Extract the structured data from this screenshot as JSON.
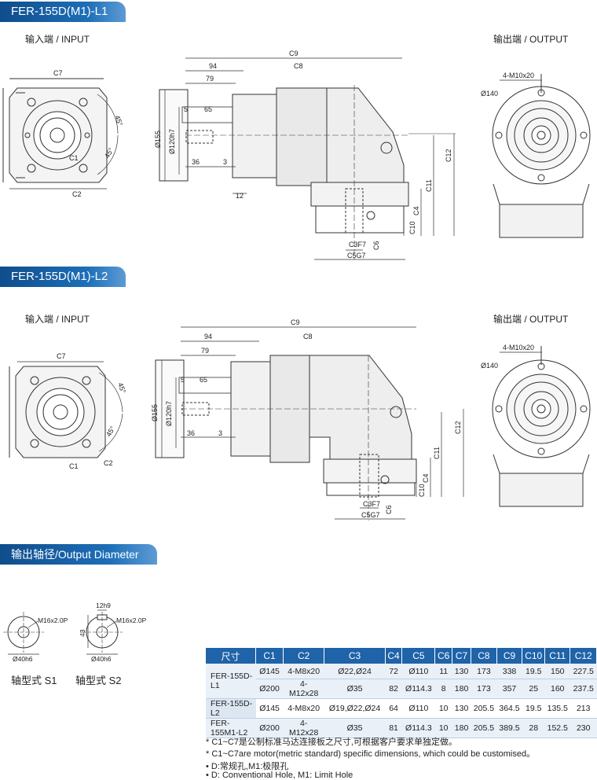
{
  "section1": {
    "title": "FER-155D(M1)-L1",
    "input_label": "输入端 / INPUT",
    "output_label": "输出端 / OUTPUT"
  },
  "section2": {
    "title": "FER-155D(M1)-L2",
    "input_label": "输入端 / INPUT",
    "output_label": "输出端 / OUTPUT"
  },
  "section3": {
    "title": "输出轴径/Output Diameter"
  },
  "dims": {
    "c7": "C7",
    "c2": "C2",
    "c1": "C1",
    "a45": "45°",
    "c9": "C9",
    "c8": "C8",
    "d94": "94",
    "d79": "79",
    "d65": "65",
    "d5": "5",
    "d155": "Ø155",
    "d120": "Ø120h7",
    "d36": "36",
    "d3": "3",
    "d12": "12",
    "c12": "C12",
    "c11": "C11",
    "c4": "C4",
    "c10": "C10",
    "c3": "C3F7",
    "c6": "C6",
    "c5": "C5G7",
    "m10": "4-M10x20",
    "d140": "Ø140"
  },
  "shafts": {
    "s1_thread": "M16x2.0P",
    "s1_dia": "Ø40h6",
    "s1_label": "轴型式 S1",
    "s2_key": "12h9",
    "s2_height": "43",
    "s2_thread": "M16x2.0P",
    "s2_dia": "Ø40h6",
    "s2_label": "轴型式 S2"
  },
  "table": {
    "headers": [
      "尺寸",
      "C1",
      "C2",
      "C3",
      "C4",
      "C5",
      "C6",
      "C7",
      "C8",
      "C9",
      "C10",
      "C11",
      "C12"
    ],
    "groups": [
      {
        "model": "FER-155D-L1",
        "rows": [
          [
            "Ø145",
            "4-M8x20",
            "Ø22,Ø24",
            "72",
            "Ø110",
            "11",
            "130",
            "173",
            "338",
            "19.5",
            "150",
            "227.5"
          ],
          [
            "Ø200",
            "4-M12x28",
            "Ø35",
            "82",
            "Ø114.3",
            "8",
            "180",
            "173",
            "357",
            "25",
            "160",
            "237.5"
          ]
        ]
      },
      {
        "model": "FER-155D-L2",
        "rows": [
          [
            "Ø145",
            "4-M8x20",
            "Ø19,Ø22,Ø24",
            "64",
            "Ø110",
            "10",
            "130",
            "205.5",
            "364.5",
            "19.5",
            "135.5",
            "213"
          ]
        ]
      },
      {
        "model": "FER-155M1-L2",
        "rows": [
          [
            "Ø200",
            "4-M12x28",
            "Ø35",
            "81",
            "Ø114.3",
            "10",
            "180",
            "205.5",
            "389.5",
            "28",
            "152.5",
            "230"
          ]
        ]
      }
    ]
  },
  "notes": [
    "* C1~C7是公制标准马达连接板之尺寸,可根据客户要求单独定做。",
    "* C1~C7are motor(metric standard)  specific dimensions, which could be customised。",
    "• D:常规孔,M1:极限孔",
    "• D: Conventional Hole, M1: Limit Hole"
  ]
}
